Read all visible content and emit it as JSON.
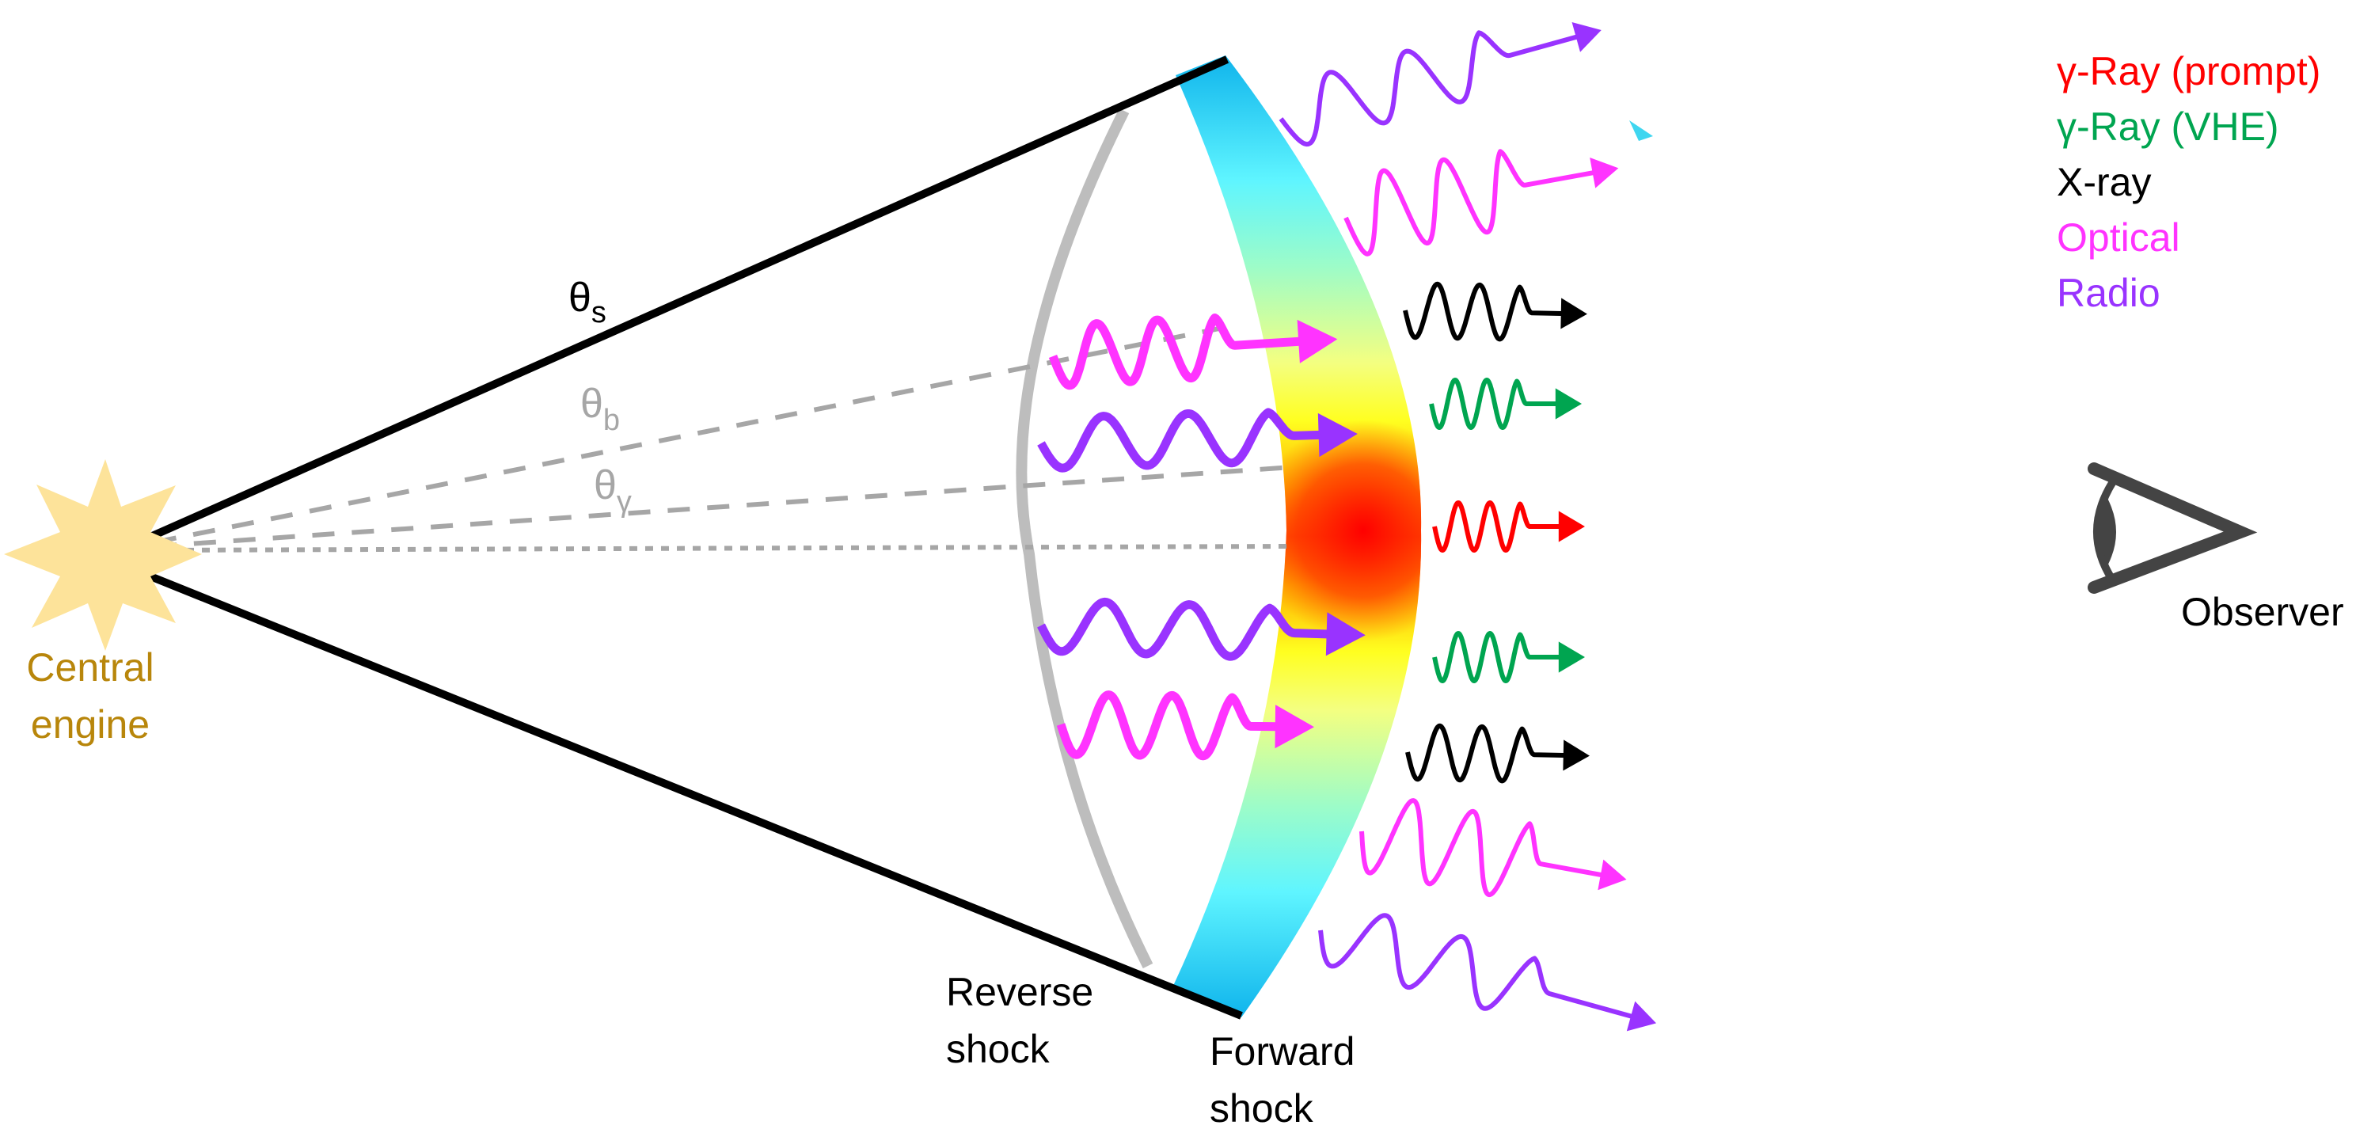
{
  "title": "Gamma-ray burst jet emission schematic",
  "colors": {
    "gamma_prompt": "#ff0000",
    "gamma_vhe": "#00a550",
    "xray": "#000000",
    "optical": "#ff33ff",
    "radio": "#9933ff",
    "engine": "#fde39a",
    "engine_label": "#b8860b",
    "reverse_shock": "#bdbdbd",
    "angle_gray": "#a6a6a6",
    "observer": "#444444"
  },
  "labels": {
    "central_engine_line1": "Central",
    "central_engine_line2": "engine",
    "theta_s": "θ",
    "theta_s_sub": "s",
    "theta_b": "θ",
    "theta_b_sub": "b",
    "theta_gamma": "θ",
    "theta_gamma_sub": "γ",
    "reverse_shock_line1": "Reverse",
    "reverse_shock_line2": "shock",
    "forward_shock_line1": "Forward",
    "forward_shock_line2": "shock",
    "observer": "Observer"
  },
  "legend": [
    {
      "label": "γ-Ray (prompt)",
      "color": "#ff0000"
    },
    {
      "label": "γ-Ray (VHE)",
      "color": "#00a550"
    },
    {
      "label": "X-ray",
      "color": "#000000"
    },
    {
      "label": "Optical",
      "color": "#ff33ff"
    },
    {
      "label": "Radio",
      "color": "#9933ff"
    }
  ],
  "emission": {
    "inside": [
      {
        "band": "optical",
        "position": "upper"
      },
      {
        "band": "radio",
        "position": "upper-middle"
      },
      {
        "band": "radio",
        "position": "lower-middle"
      },
      {
        "band": "optical",
        "position": "lower"
      }
    ],
    "outgoing": [
      {
        "band": "radio",
        "direction": "up"
      },
      {
        "band": "optical",
        "direction": "up"
      },
      {
        "band": "xray",
        "direction": "forward"
      },
      {
        "band": "gamma_vhe",
        "direction": "forward"
      },
      {
        "band": "gamma_prompt",
        "direction": "forward"
      },
      {
        "band": "gamma_vhe",
        "direction": "forward"
      },
      {
        "band": "xray",
        "direction": "forward"
      },
      {
        "band": "optical",
        "direction": "down"
      },
      {
        "band": "radio",
        "direction": "down"
      }
    ]
  }
}
